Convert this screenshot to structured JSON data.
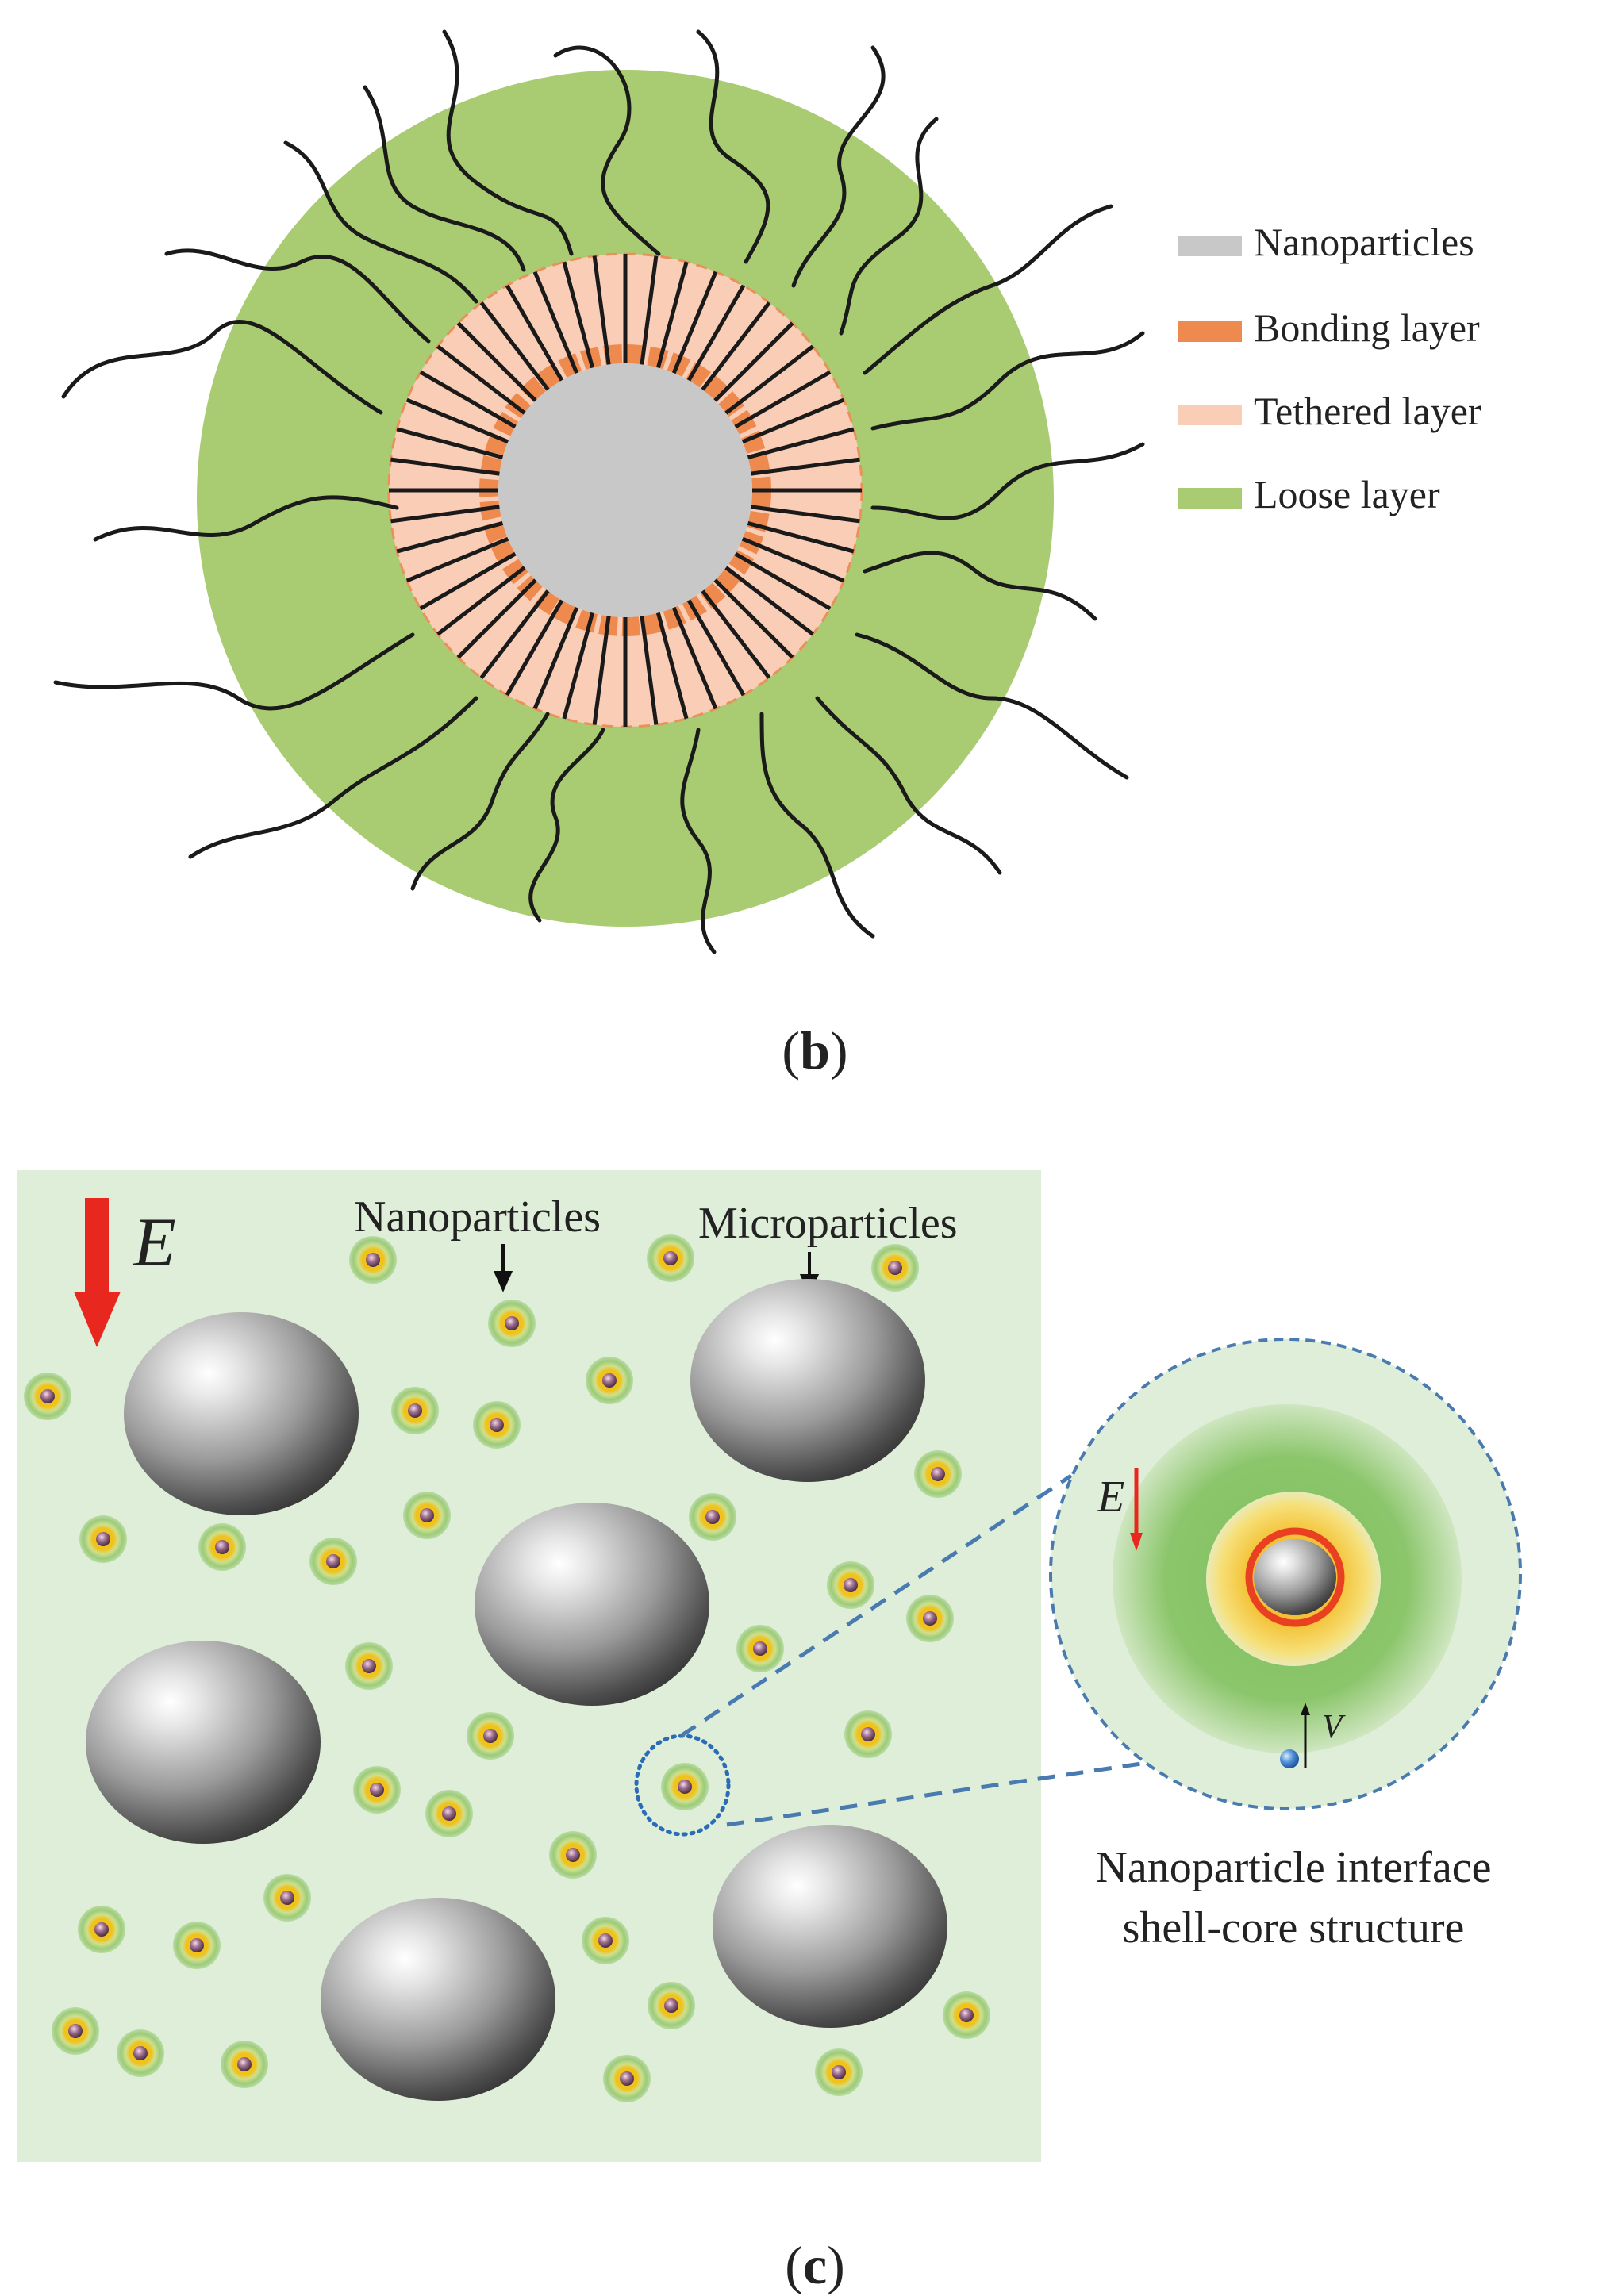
{
  "panel_b": {
    "caption_open": "(",
    "caption_letter": "b",
    "caption_close": ")",
    "legend": [
      {
        "label": "Nanoparticles",
        "color": "#c8c8c8"
      },
      {
        "label": "Bonding layer",
        "color": "#ef8a4f"
      },
      {
        "label": "Tethered layer",
        "color": "#f9cdb6"
      },
      {
        "label": "Loose layer",
        "color": "#a9cc72"
      }
    ]
  },
  "panel_c": {
    "caption_open": "(",
    "caption_letter": "c",
    "caption_close": ")",
    "field_symbol": "E",
    "nanoparticles_label": "Nanoparticles",
    "microparticles_label": "Microparticles",
    "inset_field_symbol": "E",
    "inset_velocity_symbol": "V",
    "inset_caption_line1": "Nanoparticle interface",
    "inset_caption_line2": "shell-core structure"
  },
  "colors": {
    "core_gray": "#c8c8c8",
    "bonding_orange": "#ef8a4f",
    "tethered_peach": "#f9cdb6",
    "loose_green": "#a9cc72",
    "matrix_green": "#dfeed8",
    "field_red": "#e8281e",
    "dash_blue": "#4a7bb0"
  }
}
